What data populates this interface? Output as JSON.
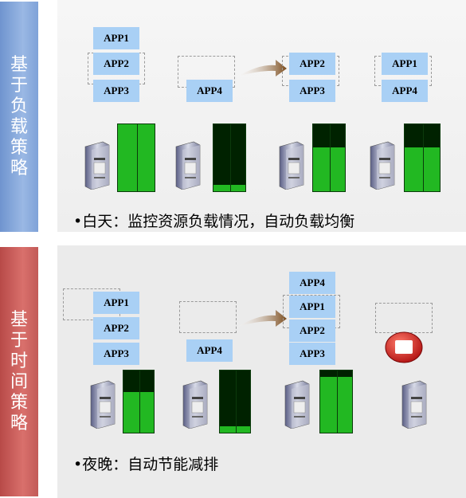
{
  "sidebar": {
    "strategy1": "基于负载策略",
    "strategy2": "基于时间策略"
  },
  "panel1": {
    "caption": "•白天：监控资源负载情况，自动负载均衡",
    "apps": {
      "a1": "APP1",
      "a2": "APP2",
      "a3": "APP3",
      "a4": "APP4",
      "b2": "APP2",
      "b3": "APP3",
      "c1": "APP1",
      "c4": "APP4"
    },
    "servers": [
      {
        "load": 1.0
      },
      {
        "load": 0.1
      },
      {
        "load": 0.65
      },
      {
        "load": 0.65
      }
    ]
  },
  "panel2": {
    "caption": "•夜晚：自动节能减排",
    "apps": {
      "a1": "APP1",
      "a2": "APP2",
      "a3": "APP3",
      "a4": "APP4",
      "b4": "APP4",
      "b1": "APP1",
      "b2": "APP2",
      "b3": "APP3"
    },
    "servers": [
      {
        "load": 0.65
      },
      {
        "load": 0.1
      },
      {
        "load": 0.9
      }
    ]
  },
  "colors": {
    "app_box": "#a9d0f5",
    "load_fill": "#22b822",
    "load_empty": "#002200",
    "sidebar1": "#8aabde",
    "sidebar2": "#cc6561",
    "stop_icon": "#d42020"
  }
}
